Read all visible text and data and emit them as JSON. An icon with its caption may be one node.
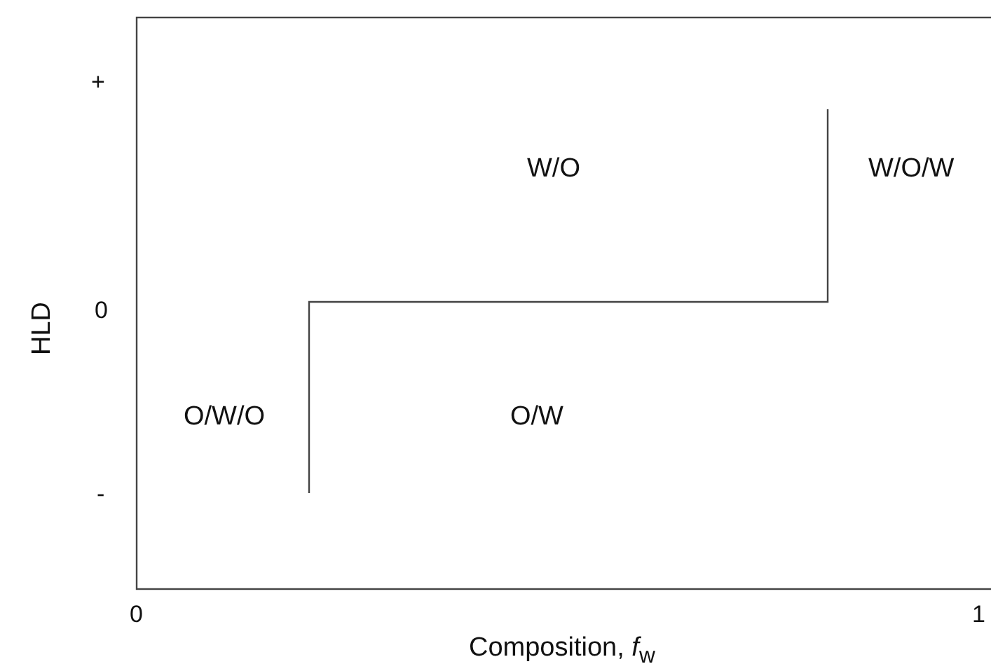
{
  "diagram": {
    "labels": [
      "+",
      "W/O",
      "W/O/W",
      "HLD",
      "0",
      "O/W/O",
      "O/W",
      "-",
      "0",
      "1",
      "Composition, *f*$_{w}$"
    ]
  }
}
